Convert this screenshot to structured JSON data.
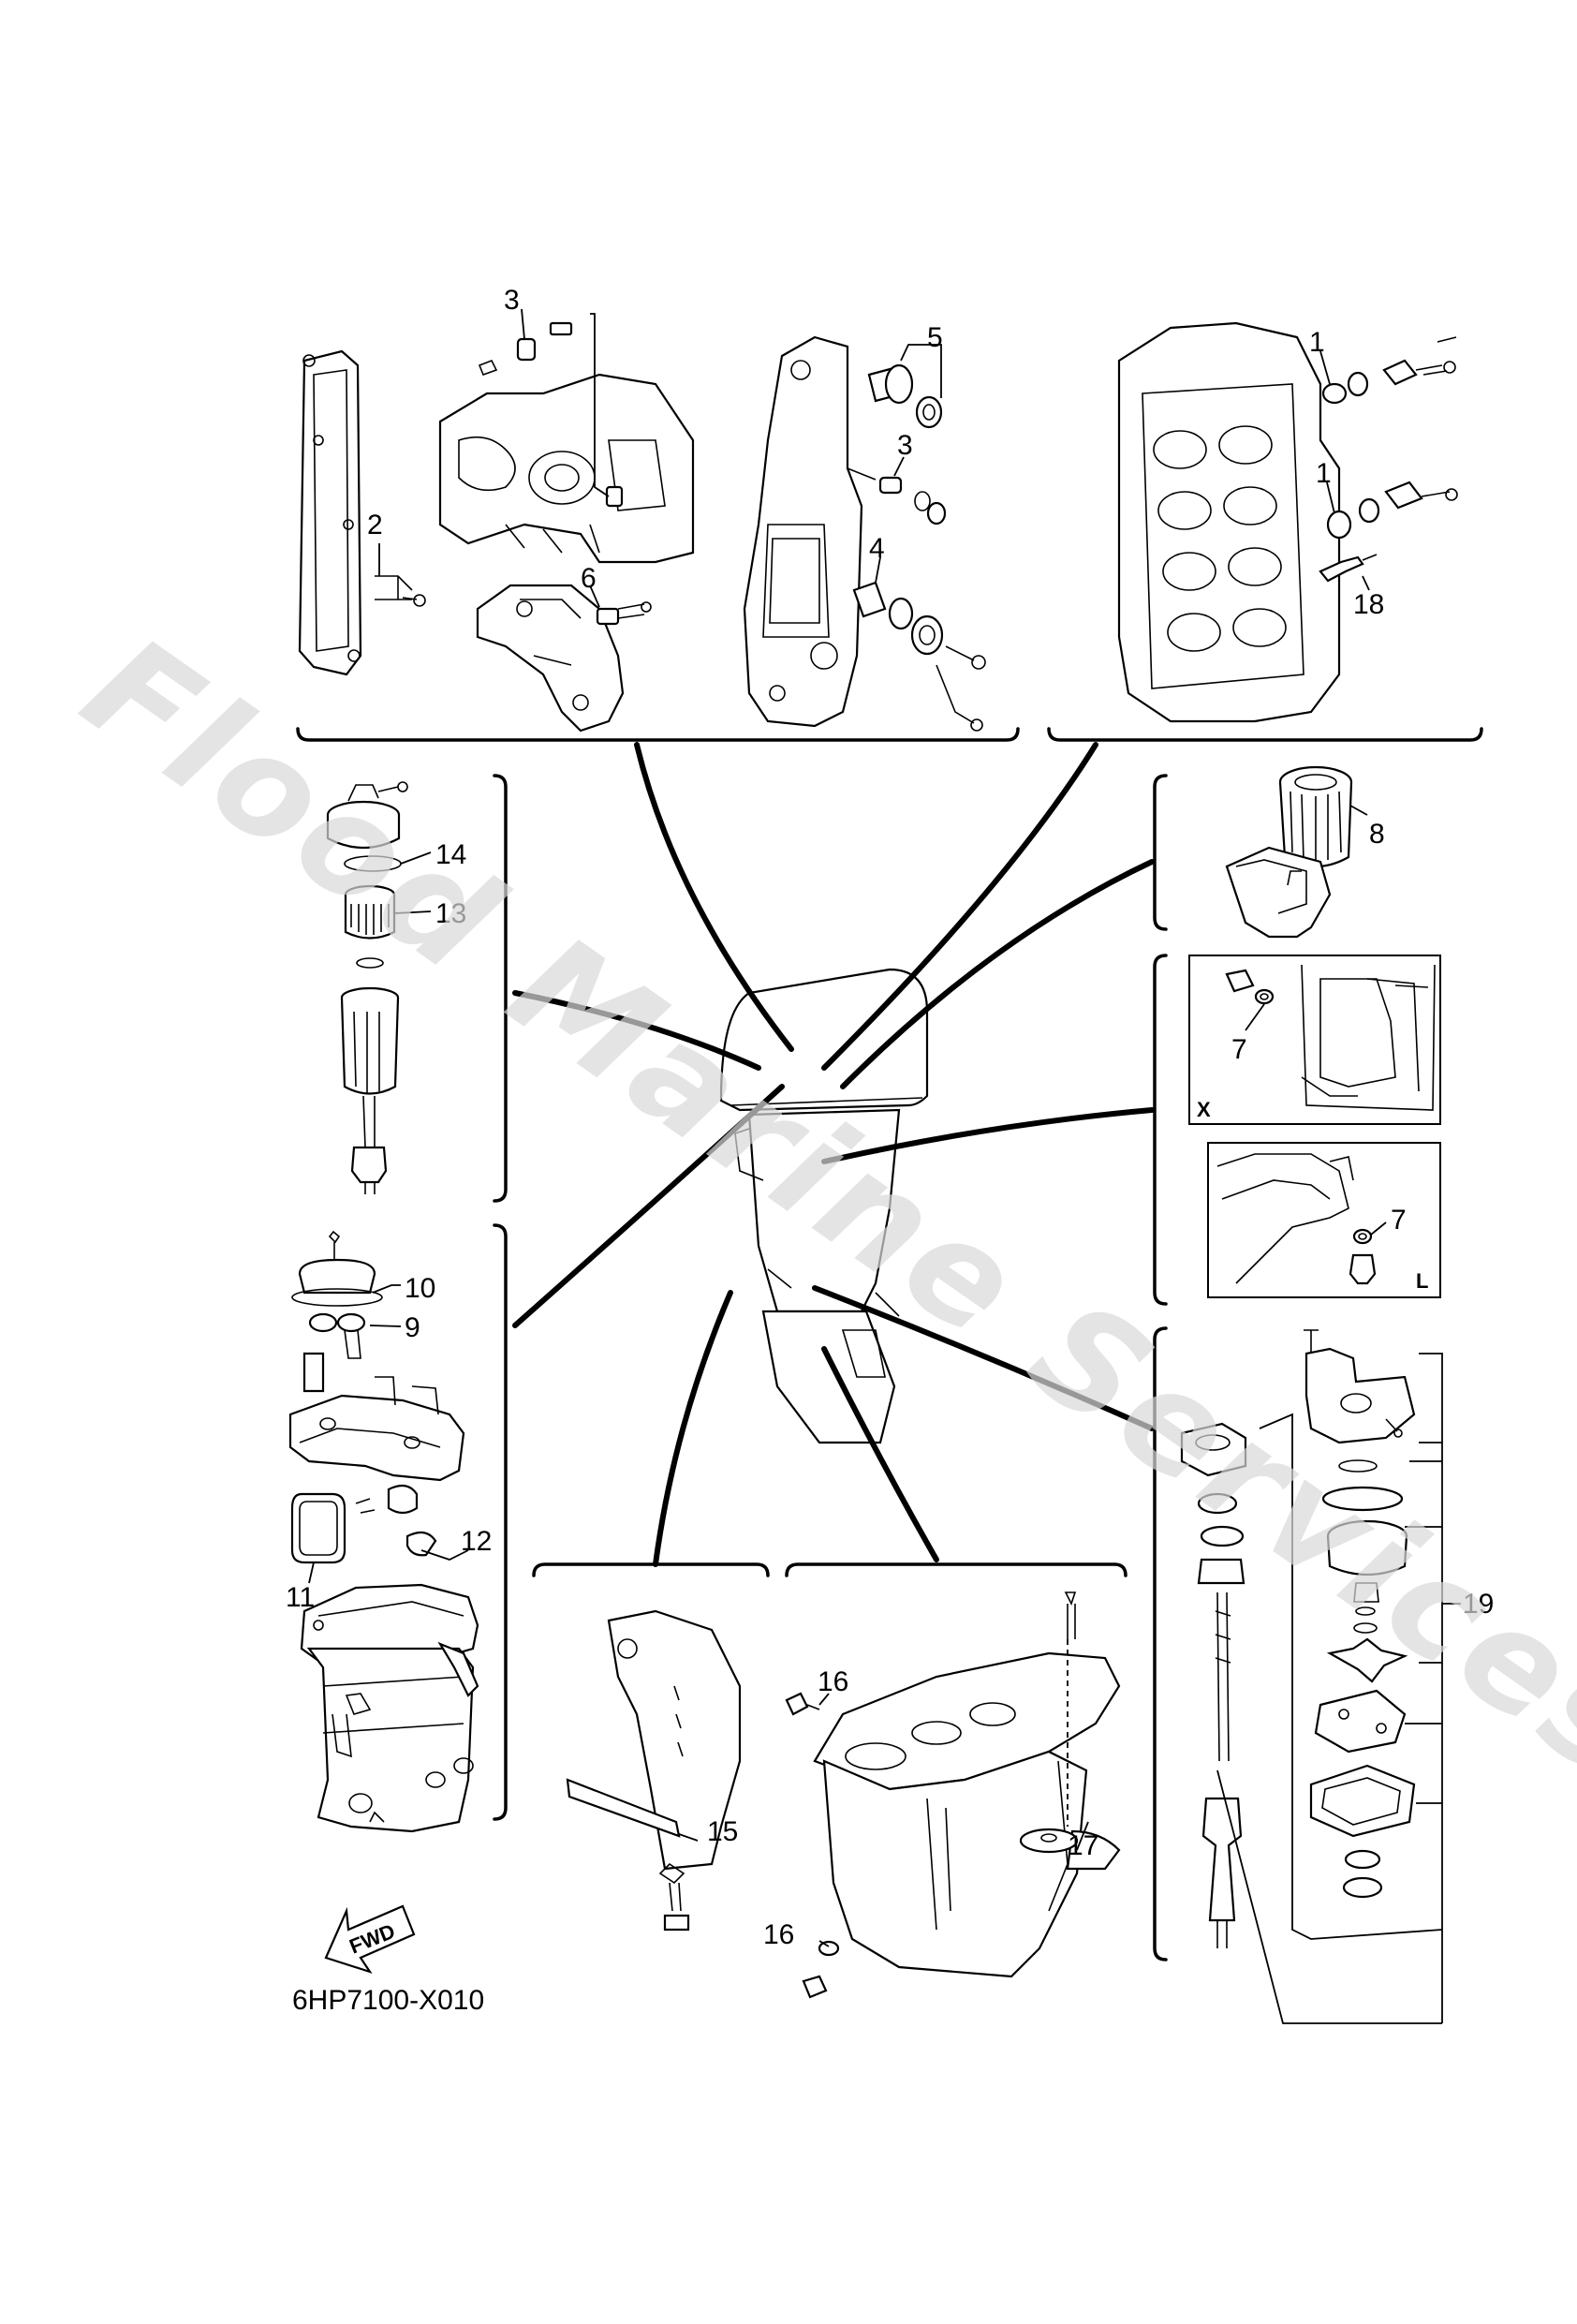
{
  "watermark": "Flood Marine Services",
  "part_number": "6HP7100-X010",
  "fwd_label": "FWD",
  "panel_letters": {
    "x": "X",
    "l": "L"
  },
  "callouts": {
    "c1a": "1",
    "c1b": "1",
    "c2": "2",
    "c3a": "3",
    "c3b": "3",
    "c4": "4",
    "c5": "5",
    "c6": "6",
    "c7a": "7",
    "c7b": "7",
    "c8": "8",
    "c9": "9",
    "c10": "10",
    "c11": "11",
    "c12": "12",
    "c13": "13",
    "c14": "14",
    "c15": "15",
    "c16a": "16",
    "c16b": "16",
    "c17": "17",
    "c18": "18",
    "c19": "19"
  },
  "colors": {
    "line": "#000000",
    "background": "#ffffff",
    "watermark": "#d8d8d8"
  }
}
